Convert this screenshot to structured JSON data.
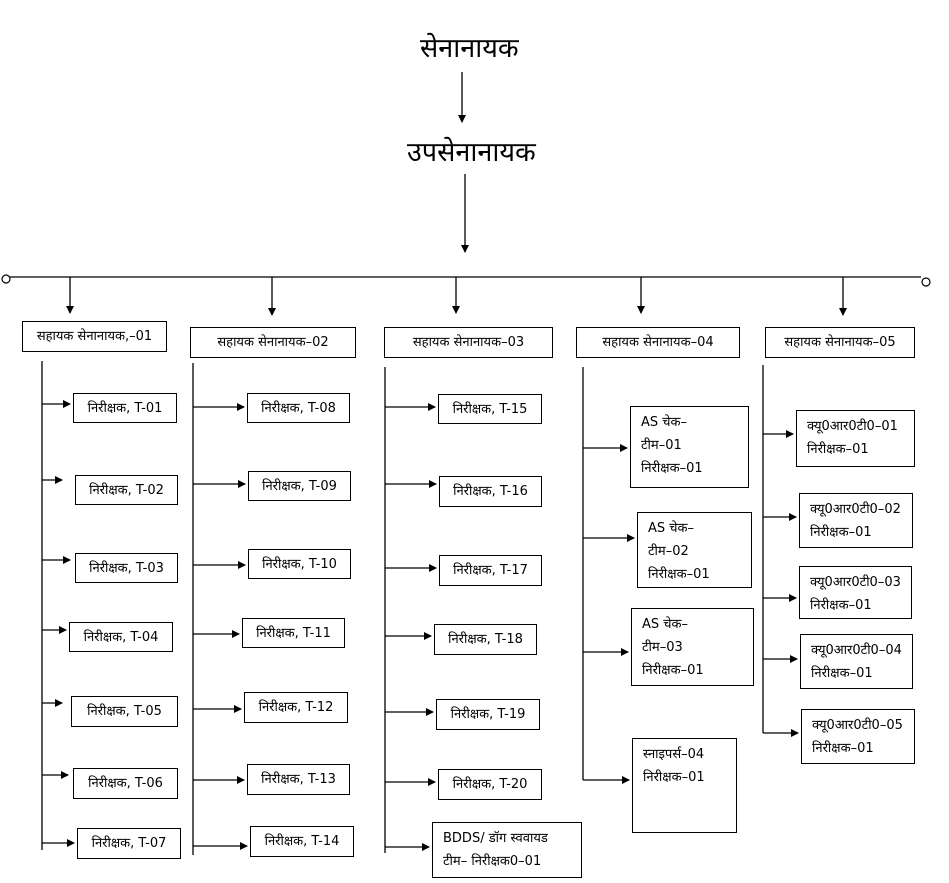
{
  "chart_data": {
    "type": "org-chart",
    "root": {
      "title": "सेनानायक"
    },
    "deputy": {
      "title": "उपसेनानायक"
    },
    "groups": [
      {
        "head": "सहायक सेनानायक,–01",
        "children": [
          "निरीक्षक, T-01",
          "निरीक्षक, T-02",
          "निरीक्षक, T-03",
          "निरीक्षक, T-04",
          "निरीक्षक, T-05",
          "निरीक्षक, T-06",
          "निरीक्षक, T-07"
        ]
      },
      {
        "head": "सहायक सेनानायक–02",
        "children": [
          "निरीक्षक, T-08",
          "निरीक्षक, T-09",
          "निरीक्षक, T-10",
          "निरीक्षक, T-11",
          "निरीक्षक, T-12",
          "निरीक्षक, T-13",
          "निरीक्षक, T-14"
        ]
      },
      {
        "head": "सहायक सेनानायक–03",
        "children": [
          "निरीक्षक, T-15",
          "निरीक्षक, T-16",
          "निरीक्षक, T-17",
          "निरीक्षक, T-18",
          "निरीक्षक, T-19",
          "निरीक्षक, T-20"
        ],
        "extra": {
          "line1": "BDDS/ डॉग स्ववायड",
          "line2": "टीम– निरीक्षक0–01"
        }
      },
      {
        "head": "सहायक सेनानायक–04",
        "children": [
          {
            "line1": "AS चेक–",
            "line2": "टीम–01",
            "line3": "निरीक्षक–01"
          },
          {
            "line1": "AS चेक–",
            "line2": "टीम–02",
            "line3": "निरीक्षक–01"
          },
          {
            "line1": "AS चेक–",
            "line2": "टीम–03",
            "line3": "निरीक्षक–01"
          },
          {
            "line1": "स्नाइपर्स–04",
            "line2": "निरीक्षक–01"
          }
        ]
      },
      {
        "head": "सहायक सेनानायक–05",
        "children": [
          {
            "line1": "क्यू0आर0टी0–01",
            "line2": "निरीक्षक–01"
          },
          {
            "line1": "क्यू0आर0टी0–02",
            "line2": "निरीक्षक–01"
          },
          {
            "line1": "क्यू0आर0टी0–03",
            "line2": "निरीक्षक–01"
          },
          {
            "line1": "क्यू0आर0टी0–04",
            "line2": "निरीक्षक–01"
          },
          {
            "line1": "क्यू0आर0टी0–05",
            "line2": "निरीक्षक–01"
          }
        ]
      }
    ]
  }
}
